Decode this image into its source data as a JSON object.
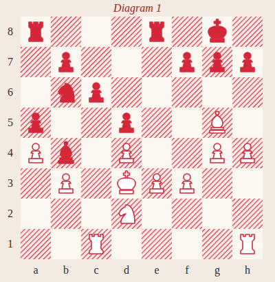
{
  "diagram": {
    "title": "Diagram 1",
    "labels": [
      "8",
      "7",
      "6",
      "5",
      "4",
      "3",
      "2",
      "1",
      "a",
      "b",
      "c",
      "d",
      "e",
      "f",
      "g",
      "h"
    ]
  }
}
